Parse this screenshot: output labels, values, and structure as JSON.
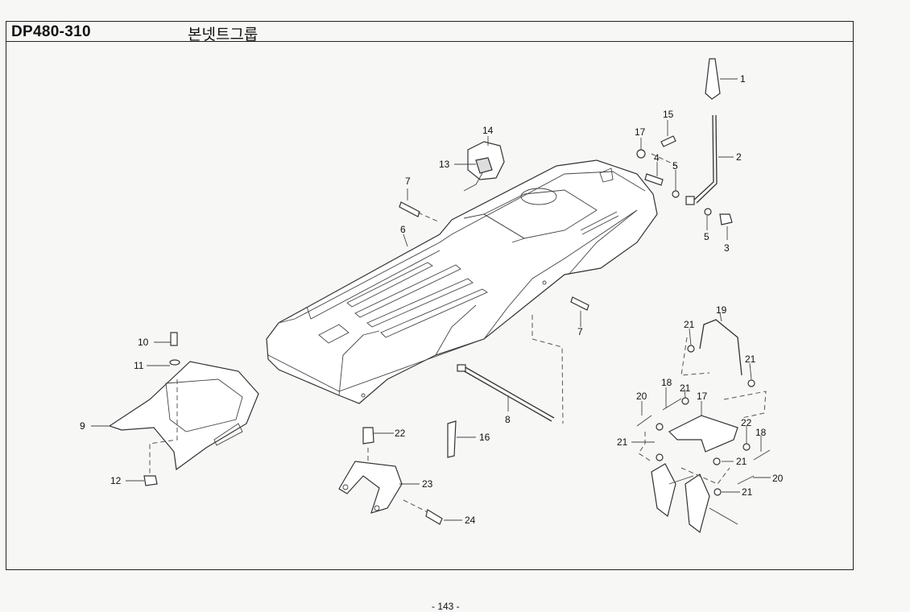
{
  "header": {
    "model": "DP480-310",
    "group_title": "본넷트그룹"
  },
  "callouts": [
    {
      "num": "1"
    },
    {
      "num": "2"
    },
    {
      "num": "3"
    },
    {
      "num": "4"
    },
    {
      "num": "5"
    },
    {
      "num": "5"
    },
    {
      "num": "6"
    },
    {
      "num": "7"
    },
    {
      "num": "7"
    },
    {
      "num": "8"
    },
    {
      "num": "9"
    },
    {
      "num": "10"
    },
    {
      "num": "11"
    },
    {
      "num": "12"
    },
    {
      "num": "13"
    },
    {
      "num": "14"
    },
    {
      "num": "15"
    },
    {
      "num": "16"
    },
    {
      "num": "17"
    },
    {
      "num": "17"
    },
    {
      "num": "18"
    },
    {
      "num": "18"
    },
    {
      "num": "19"
    },
    {
      "num": "20"
    },
    {
      "num": "20"
    },
    {
      "num": "21"
    },
    {
      "num": "21"
    },
    {
      "num": "21"
    },
    {
      "num": "21"
    },
    {
      "num": "21"
    },
    {
      "num": "21"
    },
    {
      "num": "22"
    },
    {
      "num": "22"
    },
    {
      "num": "23"
    },
    {
      "num": "24"
    }
  ],
  "footer": {
    "page_number": "- 143 -"
  }
}
